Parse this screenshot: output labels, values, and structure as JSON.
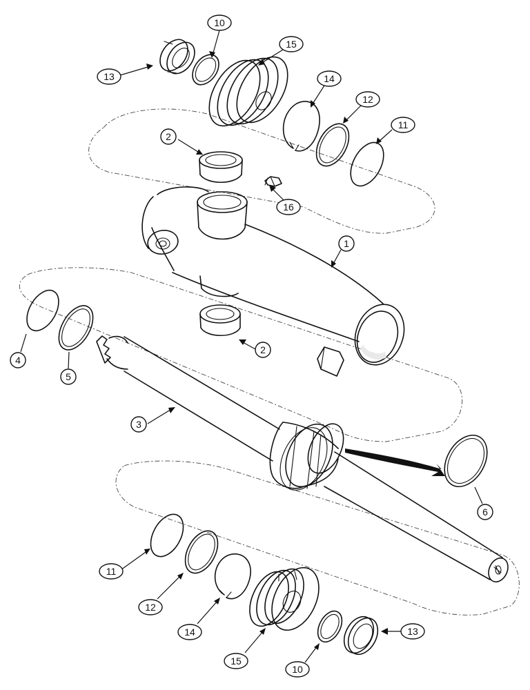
{
  "diagram": {
    "labels": [
      {
        "id": "c1",
        "text": "1"
      },
      {
        "id": "c2a",
        "text": "2"
      },
      {
        "id": "c2b",
        "text": "2"
      },
      {
        "id": "c3",
        "text": "3"
      },
      {
        "id": "c4",
        "text": "4"
      },
      {
        "id": "c5",
        "text": "5"
      },
      {
        "id": "c6",
        "text": "6"
      },
      {
        "id": "c10a",
        "text": "10"
      },
      {
        "id": "c10b",
        "text": "10"
      },
      {
        "id": "c11a",
        "text": "11"
      },
      {
        "id": "c11b",
        "text": "11"
      },
      {
        "id": "c12a",
        "text": "12"
      },
      {
        "id": "c12b",
        "text": "12"
      },
      {
        "id": "c13a",
        "text": "13"
      },
      {
        "id": "c13b",
        "text": "13"
      },
      {
        "id": "c14a",
        "text": "14"
      },
      {
        "id": "c14b",
        "text": "14"
      },
      {
        "id": "c15a",
        "text": "15"
      },
      {
        "id": "c15b",
        "text": "15"
      },
      {
        "id": "c16",
        "text": "16"
      }
    ]
  }
}
